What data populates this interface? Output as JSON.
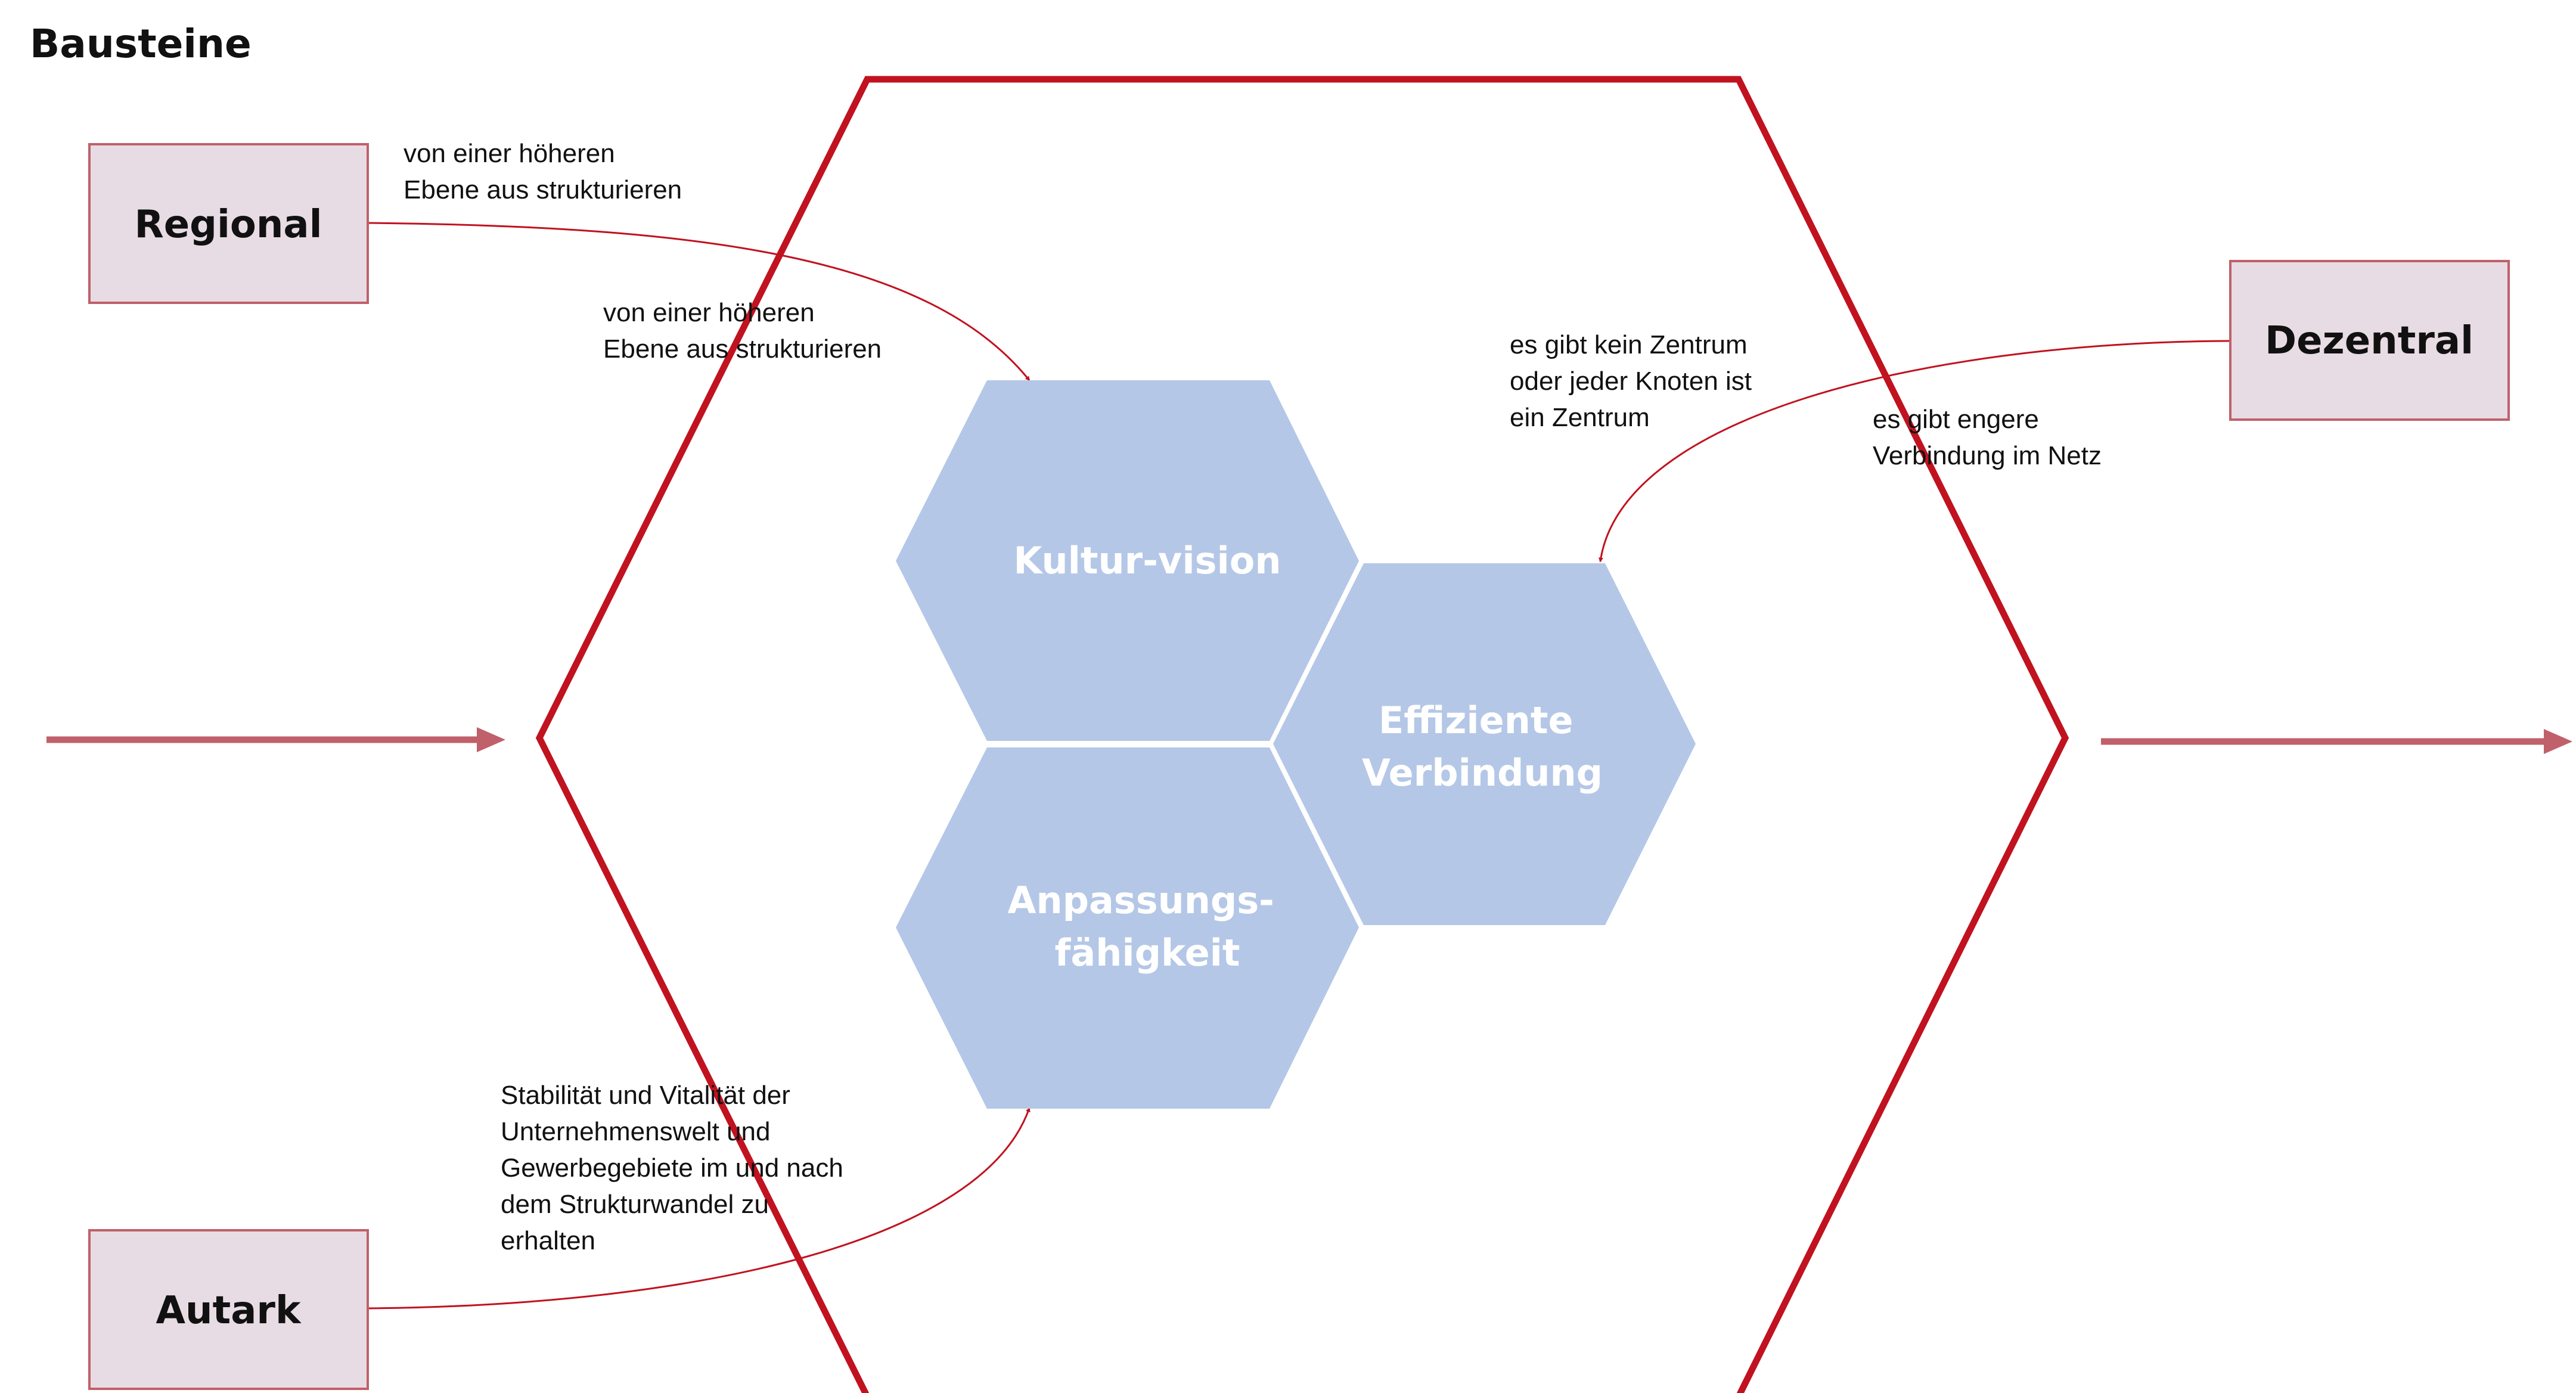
{
  "title": "Bausteine",
  "colors": {
    "frame_red": "#c1121f",
    "side_arrow": "#c0606a",
    "connector": "#c1121f",
    "box_fill": "#e8dce4",
    "box_border": "#c0606a",
    "hex_fill": "#b4c7e7",
    "hex_text": "#ffffff"
  },
  "boxes": {
    "regional": "Regional",
    "dezentral": "Dezentral",
    "autark": "Autark"
  },
  "notes": {
    "regional_top": [
      "von einer höheren",
      "Ebene aus strukturieren"
    ],
    "regional_inner": [
      "von einer höheren",
      "Ebene aus strukturieren"
    ],
    "dezentral_inner": [
      "es gibt kein Zentrum",
      "oder jeder Knoten ist",
      "ein Zentrum"
    ],
    "dezentral_outer": [
      "es gibt engere",
      "Verbindung im Netz"
    ],
    "autark": [
      "Stabilität und Vitalität der",
      "Unternehmenswelt und",
      "Gewerbegebiete im und nach",
      "dem Strukturwandel zu",
      "erhalten"
    ]
  },
  "hexagons": {
    "kultur": [
      "Kultur-vision"
    ],
    "effizient": [
      "Effiziente",
      "Verbindung"
    ],
    "anpassung": [
      "Anpassungs-",
      "fähigkeit"
    ]
  }
}
